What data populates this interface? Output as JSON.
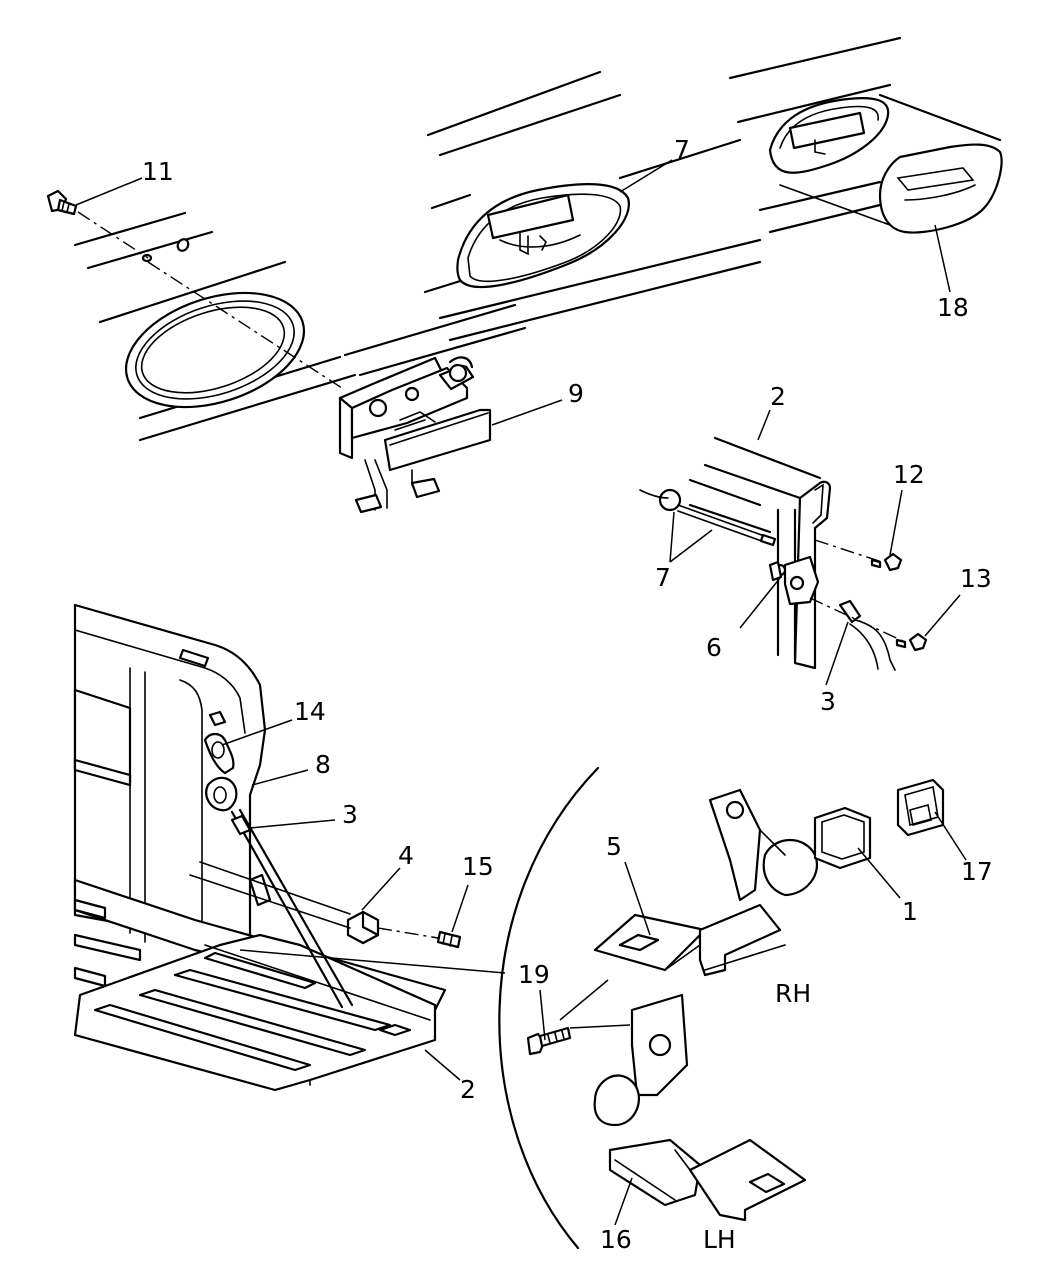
{
  "diagram": {
    "callouts": {
      "c11": "11",
      "c7a": "7",
      "c18": "18",
      "c9": "9",
      "c2a": "2",
      "c12": "12",
      "c13": "13",
      "c7b": "7",
      "c6": "6",
      "c3a": "3",
      "c14": "14",
      "c8": "8",
      "c3b": "3",
      "c4": "4",
      "c15": "15",
      "c2b": "2",
      "c5": "5",
      "c1": "1",
      "c17": "17",
      "c19": "19",
      "c16": "16"
    },
    "side_labels": {
      "rh": "RH",
      "lh": "LH"
    }
  }
}
